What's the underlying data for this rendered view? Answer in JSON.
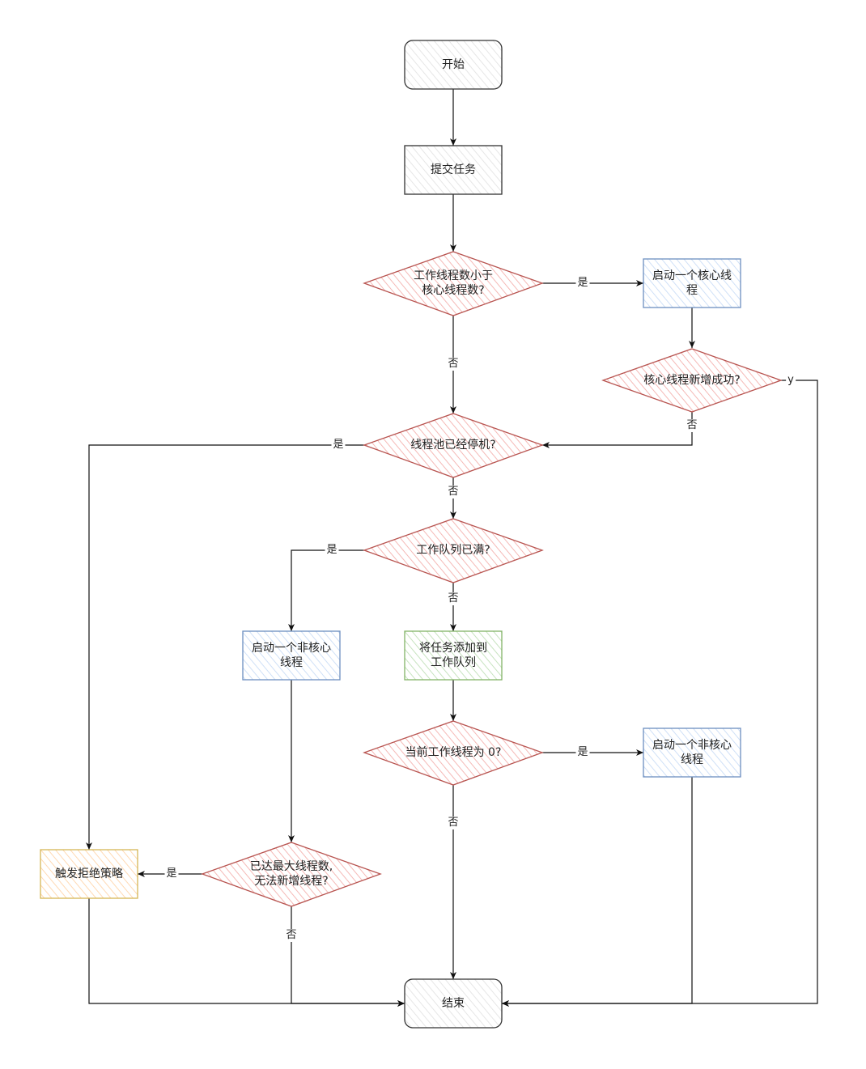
{
  "nodes": {
    "start": "开始",
    "submit": "提交任务",
    "d_core": "工作线程数小于\n核心线程数?",
    "start_core": "启动一个核心线\n程",
    "d_core_ok": "核心线程新增成功?",
    "d_shutdown": "线程池已经停机?",
    "d_queue_full": "工作队列已满?",
    "start_noncore_1": "启动一个非核心\n线程",
    "enqueue": "将任务添加到\n工作队列",
    "d_zero": "当前工作线程为 0?",
    "start_noncore_2": "启动一个非核心\n线程",
    "d_max": "已达最大线程数,\n无法新增线程?",
    "reject": "触发拒绝策略",
    "end": "结束"
  },
  "edge_labels": {
    "core_yes": "是",
    "core_no": "否",
    "core_ok_y": "y",
    "core_ok_no": "否",
    "shutdown_yes": "是",
    "shutdown_no": "否",
    "queue_yes": "是",
    "queue_no": "否",
    "zero_yes": "是",
    "zero_no": "否",
    "max_yes": "是",
    "max_no": "否"
  },
  "colors": {
    "default_stroke": "#333333",
    "default_fill": "#f2f2f2",
    "red_stroke": "#b85450",
    "red_fill": "#f8cecc",
    "blue_stroke": "#6c8ebf",
    "blue_fill": "#dae8fc",
    "green_stroke": "#82b366",
    "green_fill": "#d5e8d4",
    "yellow_stroke": "#d6b656",
    "yellow_fill": "#ffe6cc"
  }
}
